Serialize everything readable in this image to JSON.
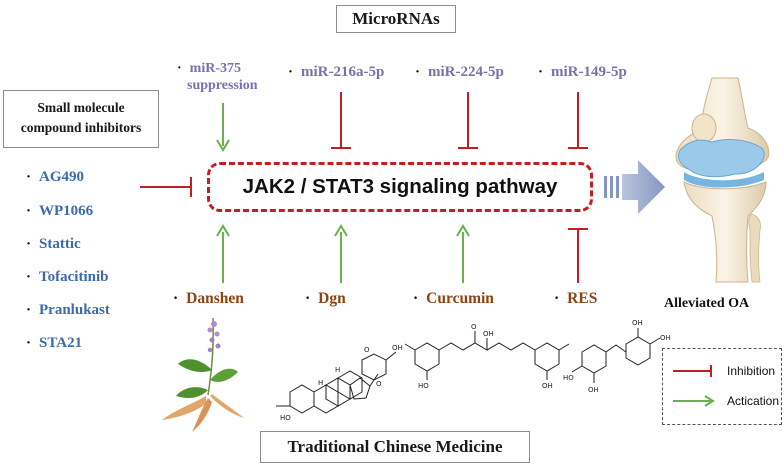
{
  "titles": {
    "microrna": "MicroRNAs",
    "small_molecule": [
      "Small molecule",
      "compound inhibitors"
    ],
    "tcm": "Traditional Chinese Medicine"
  },
  "mirnas": [
    {
      "label": [
        "miR-375",
        "suppression"
      ],
      "effect": "activation"
    },
    {
      "label": [
        "miR-216a-5p"
      ],
      "effect": "inhibition"
    },
    {
      "label": [
        "miR-224-5p"
      ],
      "effect": "inhibition"
    },
    {
      "label": [
        "miR-149-5p"
      ],
      "effect": "inhibition"
    }
  ],
  "inhibitors": [
    "AG490",
    "WP1066",
    "Stattic",
    "Tofacitinib",
    "Pranlukast",
    "STA21"
  ],
  "pathway": "JAK2 / STAT3 signaling pathway",
  "tcm_items": [
    {
      "label": "Danshen",
      "effect": "activation"
    },
    {
      "label": "Dgn",
      "effect": "activation"
    },
    {
      "label": "Curcumin",
      "effect": "activation"
    },
    {
      "label": "RES",
      "effect": "inhibition"
    }
  ],
  "outcome": "Alleviated OA",
  "legend": {
    "inhibition": "Inhibition",
    "activation": "Actication"
  },
  "chem_labels": {
    "dgn_h1": "H",
    "dgn_h2": "H",
    "dgn_ho": "HO",
    "dgn_o1": "O",
    "dgn_o2": "O",
    "dgn_oh": "OH",
    "cur_o": "O",
    "cur_oh1": "OH",
    "cur_oh2": "OH",
    "cur_ho": "HO",
    "res_oh1": "OH",
    "res_ho1": "HO",
    "res_oh2": "OH",
    "res_oh3": "OH"
  },
  "colors": {
    "inhibition": "#c41e24",
    "activation": "#6ab04c",
    "mirna_text": "#7a70ad",
    "inhibitor_text": "#3d6aa8",
    "tcm_text": "#8b4513"
  }
}
